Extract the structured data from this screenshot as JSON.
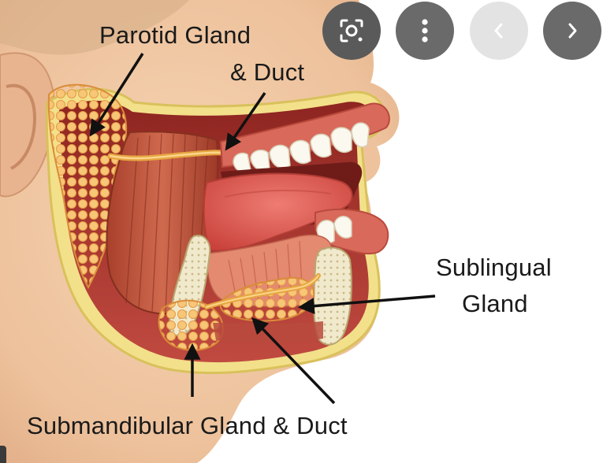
{
  "labels": {
    "parotid_line1": "Parotid Gland",
    "parotid_line2": "& Duct",
    "sublingual_line1": "Sublingual",
    "sublingual_line2": "Gland",
    "submandibular": "Submandibular Gland & Duct"
  },
  "viewer_controls": {
    "icons": [
      "lens-icon",
      "more-vert-icon",
      "chevron-left-icon",
      "chevron-right-icon"
    ]
  },
  "colors": {
    "skin": "#f2c9a4",
    "gland": "#f4b860",
    "muscle": "#c0533a",
    "tongue": "#d9534f",
    "fat_border": "#f3e08a",
    "mouth_interior": "#b8342f",
    "teeth": "#fbf8ef",
    "bone": "#efe6c8",
    "duct": "#e6a640",
    "arrow": "#111111"
  }
}
